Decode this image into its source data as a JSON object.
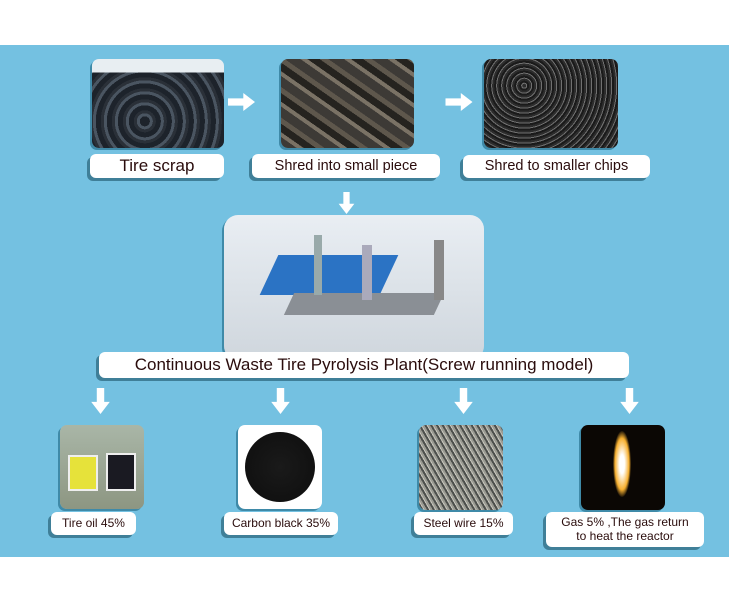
{
  "top_row": [
    {
      "label": "Tire scrap",
      "image": "tire-pile"
    },
    {
      "label": "Shred into small piece",
      "image": "shredded-rubber"
    },
    {
      "label": "Shred to smaller chips",
      "image": "rubber-chips"
    }
  ],
  "plant": {
    "label": "Continuous Waste Tire Pyrolysis Plant(Screw running model)",
    "image": "pyrolysis-plant"
  },
  "outputs": [
    {
      "label": "Tire oil 45%",
      "image": "oil-beakers"
    },
    {
      "label": "Carbon black 35%",
      "image": "carbon-black"
    },
    {
      "label": "Steel wire 15%",
      "image": "steel-wire"
    },
    {
      "label": "Gas 5% ,The gas return to heat the reactor",
      "image": "gas-flame"
    }
  ],
  "colors": {
    "background": "#74c1e1",
    "text": "#2a0c0c"
  }
}
